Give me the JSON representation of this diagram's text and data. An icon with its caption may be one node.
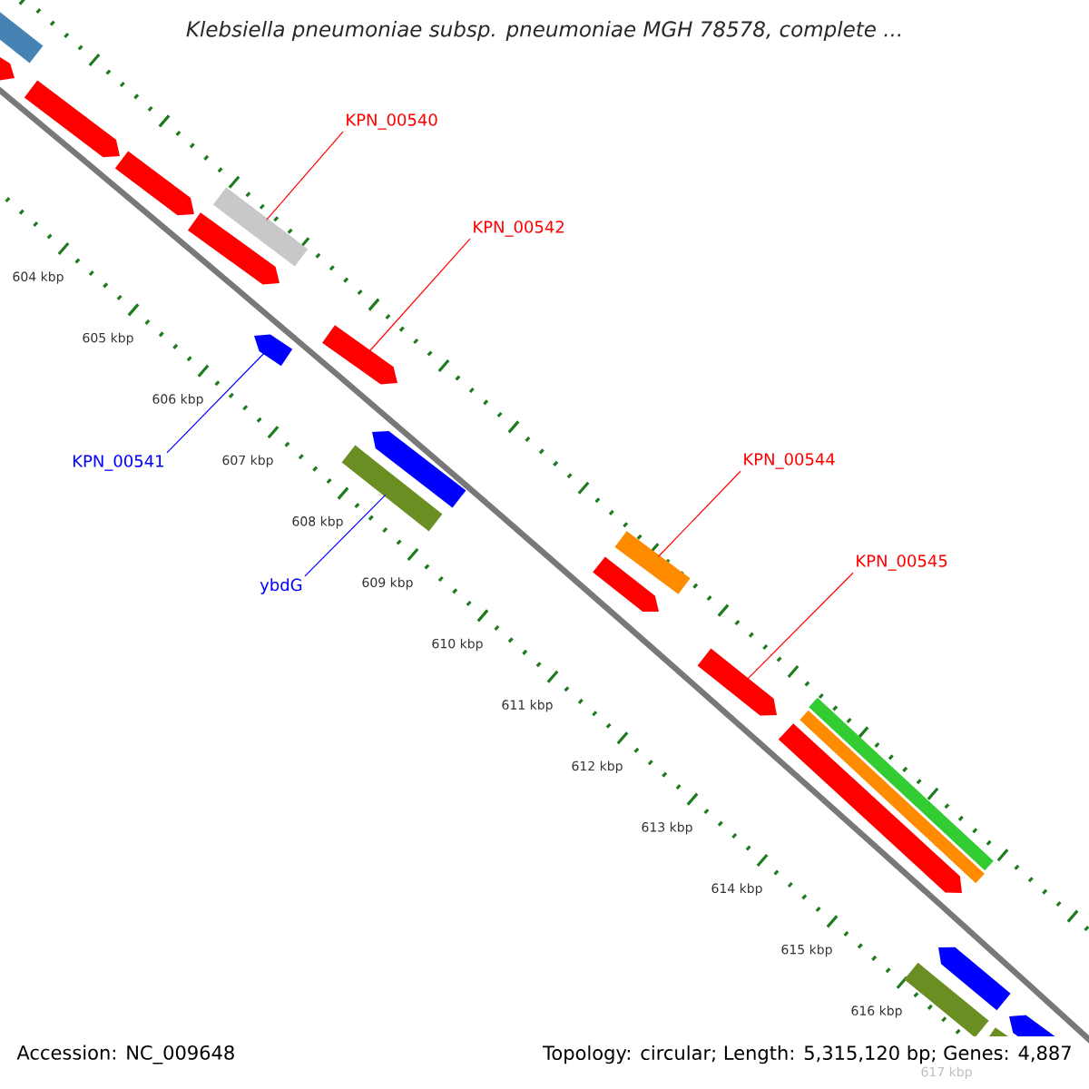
{
  "diagram": {
    "title": "Klebsiella pneumoniae subsp. pneumoniae MGH 78578, complete ...",
    "nodes": [
      {
        "text": [],
        "shape": "bar"
      },
      {
        "text": [],
        "shape": "arrow"
      },
      {
        "text": [],
        "shape": "arrow"
      },
      {
        "text": [
          "KPN_00540"
        ]
      },
      {
        "text": [],
        "shape": "arrow"
      },
      {
        "text": [],
        "shape": "bar"
      },
      {
        "text": [],
        "shape": "arrow"
      },
      {
        "text": [
          "KPN_00542"
        ]
      },
      {
        "text": [],
        "shape": "arrow"
      },
      {
        "text": [],
        "shape": "arrow"
      },
      {
        "text": [],
        "shape": "arrow"
      },
      {
        "text": [],
        "shape": "bar"
      },
      {
        "text": [
          "KPN_00544"
        ]
      },
      {
        "text": [
          "KPN_00541"
        ]
      },
      {
        "text": [
          "KPN_00545"
        ]
      },
      {
        "text": [],
        "shape": "bar"
      },
      {
        "text": [],
        "shape": "arrow"
      },
      {
        "text": [
          "ybdG"
        ]
      },
      {
        "text": [],
        "shape": "arrow"
      },
      {
        "text": [],
        "shape": "bar"
      },
      {
        "text": [],
        "shape": "bar"
      },
      {
        "text": [],
        "shape": "arrow"
      },
      {
        "text": [],
        "shape": "arrow"
      },
      {
        "text": [],
        "shape": "bar"
      },
      {
        "text": [],
        "shape": "arrow"
      },
      {
        "text": [],
        "shape": "bar"
      }
    ],
    "edges": [
      {
        "from": 3,
        "to": 5,
        "arrow": "none"
      },
      {
        "from": 7,
        "to": 9,
        "arrow": "none"
      },
      {
        "from": 13,
        "to": 8,
        "arrow": "none",
        "color": "#0000ff"
      },
      {
        "from": 12,
        "to": 15,
        "arrow": "none"
      },
      {
        "from": 17,
        "to": 11,
        "arrow": "none",
        "color": "#0000ff"
      },
      {
        "from": 14,
        "to": 18,
        "arrow": "none"
      }
    ],
    "labels": [
      "604 kbp",
      "605 kbp",
      "606 kbp",
      "607 kbp",
      "608 kbp",
      "609 kbp",
      "610 kbp",
      "611 kbp",
      "612 kbp",
      "613 kbp",
      "614 kbp",
      "615 kbp",
      "616 kbp",
      "617 kbp",
      "Accession: NC_009648",
      "Topology: circular; Length: 5,315,120 bp; Genes: 4,887"
    ]
  }
}
